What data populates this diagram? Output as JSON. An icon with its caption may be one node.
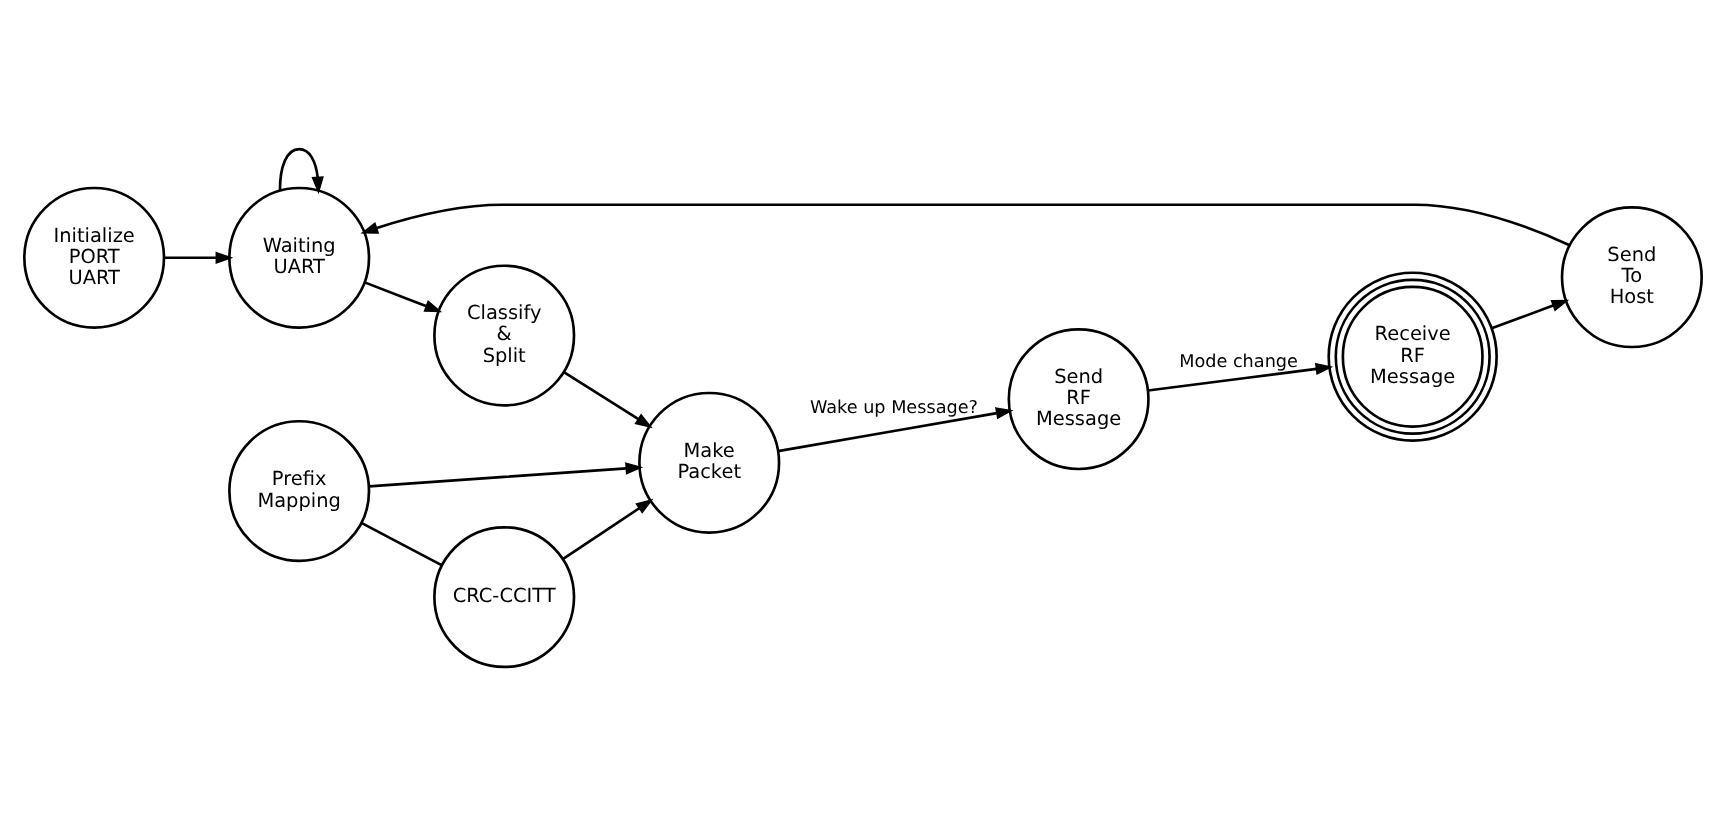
{
  "diagram": {
    "nodes": [
      {
        "text": [
          "Initialize PORT UART"
        ]
      },
      {
        "text": [
          "Waiting UART"
        ]
      },
      {
        "text": [
          "Classify & Split"
        ]
      },
      {
        "text": [
          "Prefix Mapping"
        ]
      },
      {
        "text": [
          "CRC-CCITT"
        ]
      },
      {
        "text": [
          "Make Packet"
        ]
      },
      {
        "text": [
          "Send To Host"
        ]
      },
      {
        "text": [
          "Receive RF Message"
        ]
      },
      {
        "text": [
          "Send RF Message"
        ]
      }
    ],
    "edges": [
      {
        "from": 0,
        "to": 1,
        "arrow": "to"
      },
      {
        "from": 1,
        "to": 1,
        "arrow": "to"
      },
      {
        "from": 1,
        "to": 2,
        "arrow": "to"
      },
      {
        "from": 2,
        "to": 5,
        "arrow": "to"
      },
      {
        "from": 3,
        "to": 5,
        "arrow": "to"
      },
      {
        "from": 3,
        "to": 4,
        "arrow": "none"
      },
      {
        "from": 4,
        "to": 5,
        "arrow": "to"
      },
      {
        "from": 5,
        "to": 8,
        "arrow": "to",
        "label": "Wake up Message?"
      },
      {
        "from": 8,
        "to": 7,
        "arrow": "to",
        "label": "Mode change"
      },
      {
        "from": 7,
        "to": 6,
        "arrow": "to"
      },
      {
        "from": 6,
        "to": 1,
        "arrow": "to"
      }
    ]
  }
}
